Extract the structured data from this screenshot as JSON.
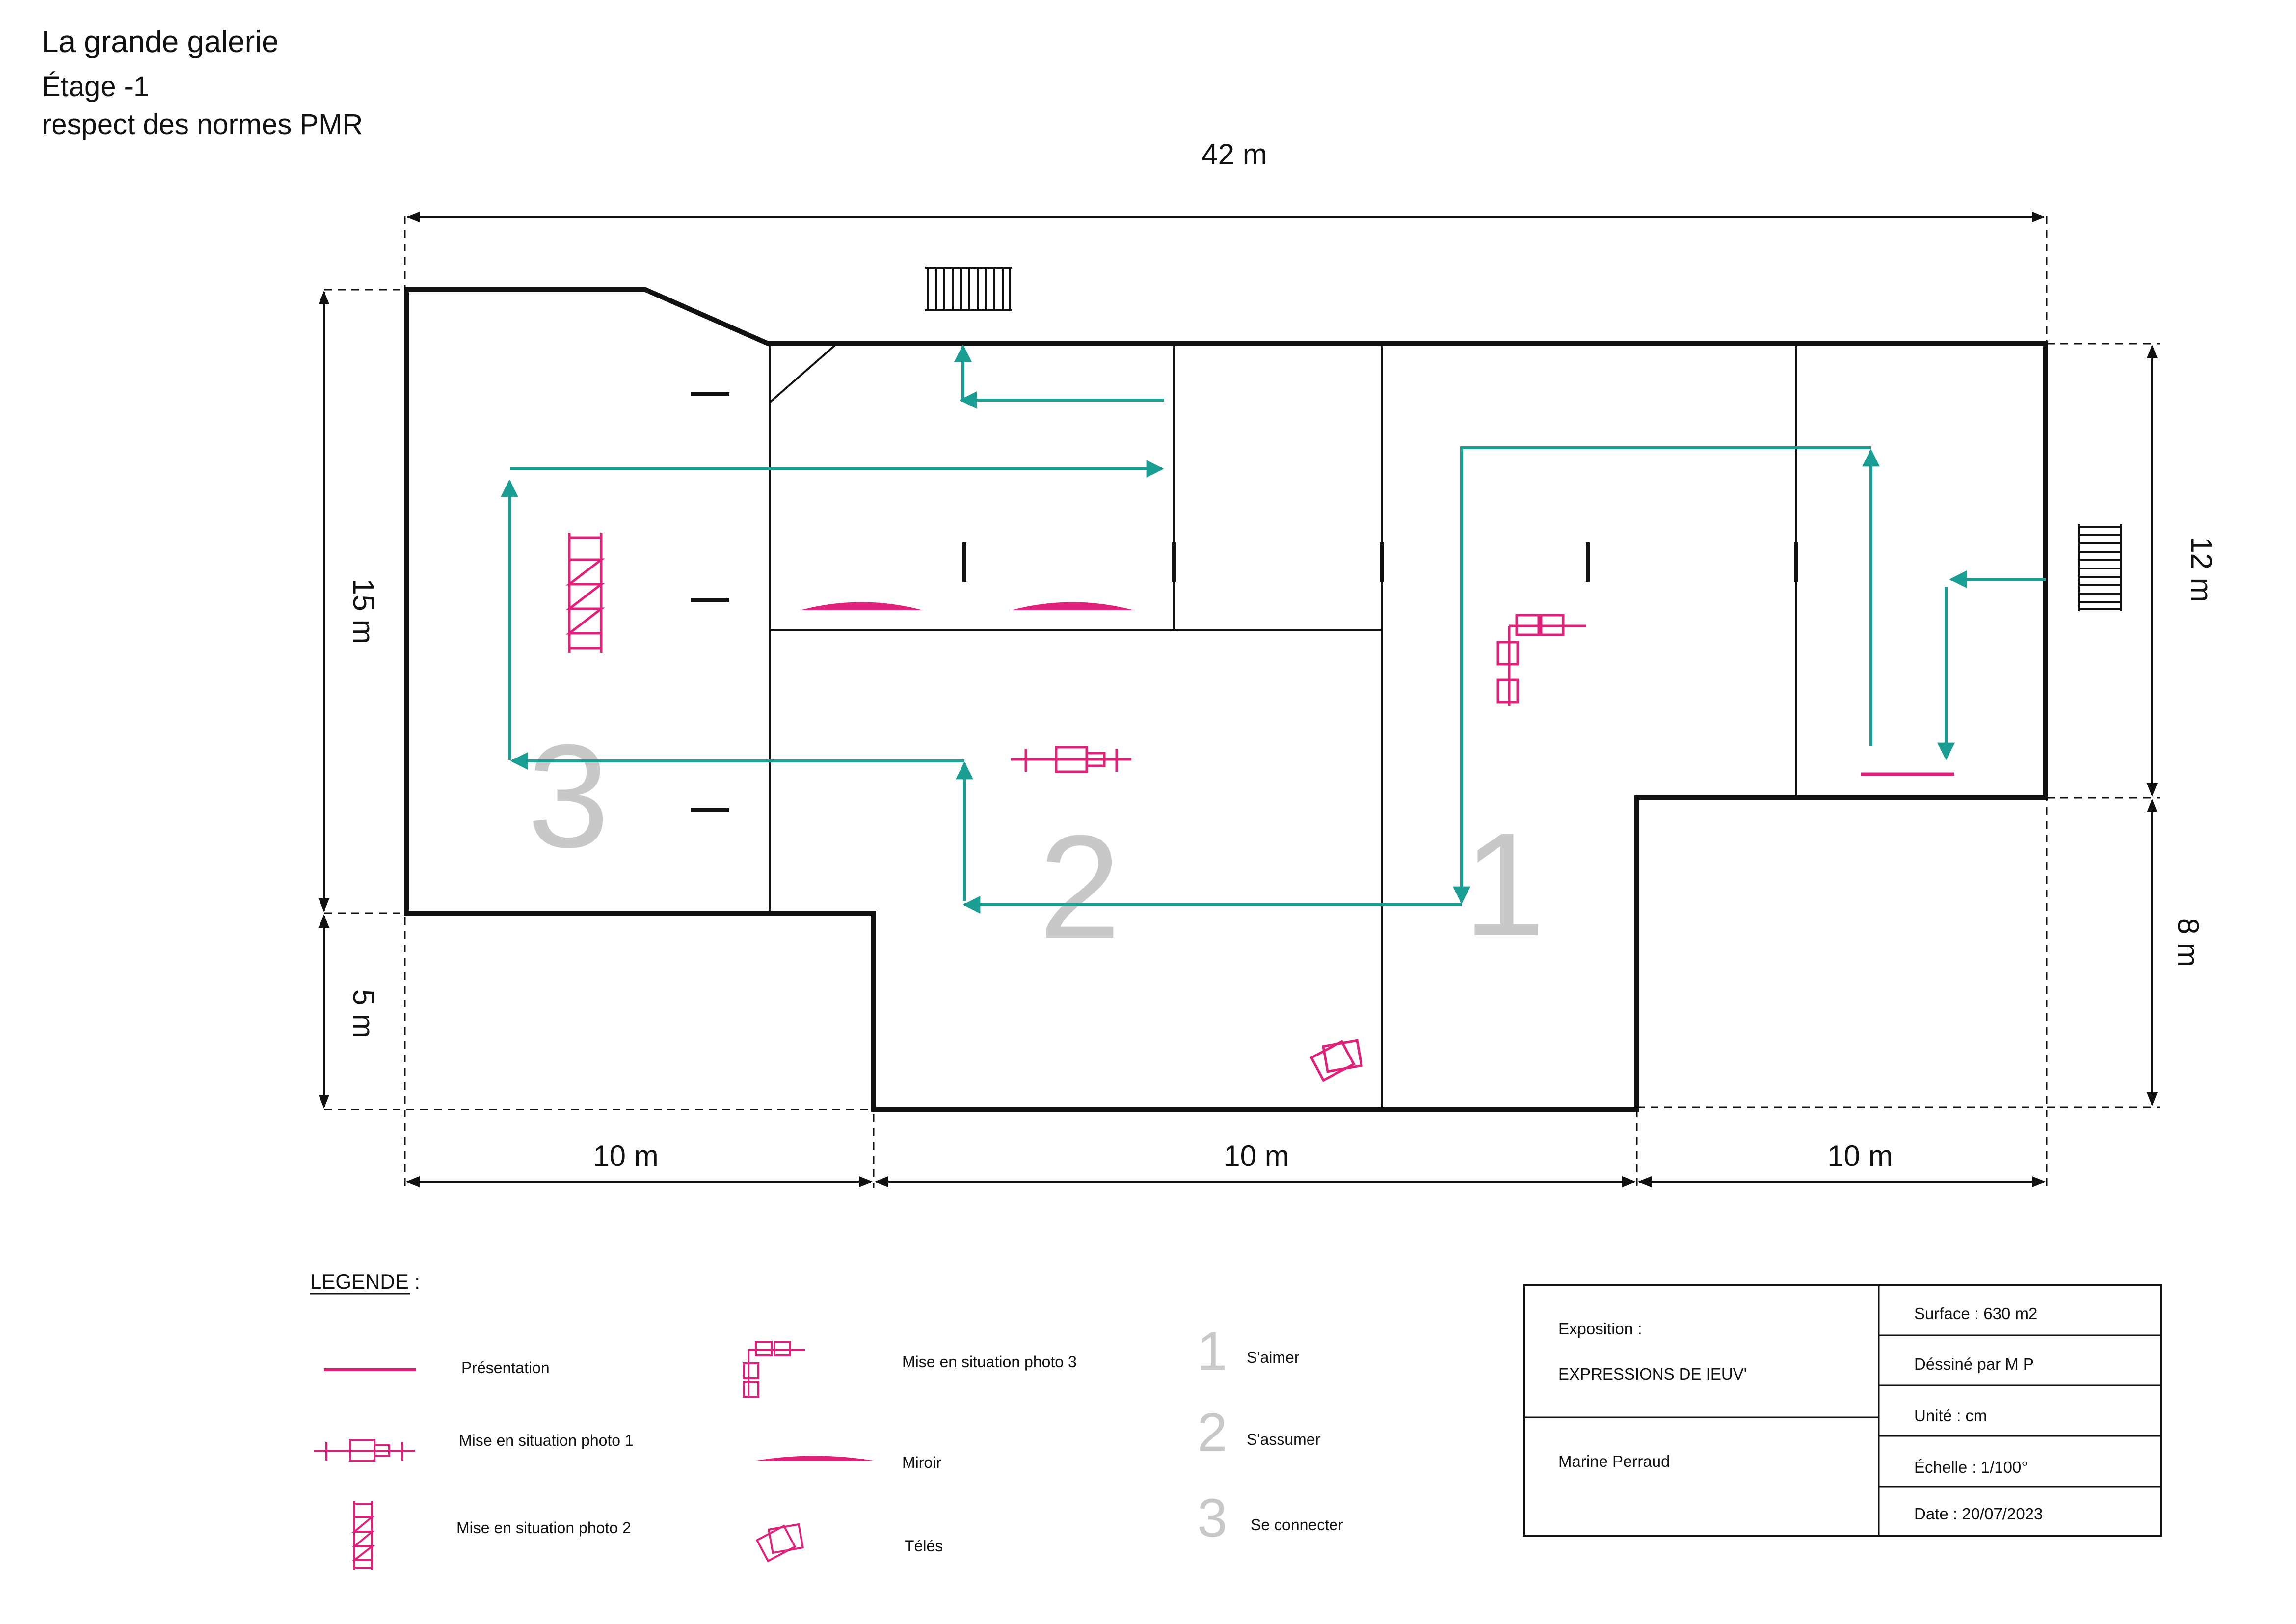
{
  "header": {
    "title": "La grande galerie",
    "floor": "Étage -1",
    "note": "respect des normes PMR"
  },
  "dimensions": {
    "top": "42 m",
    "left_upper": "15 m",
    "left_lower": "5 m",
    "right_upper": "12 m",
    "right_lower": "8 m",
    "bottom_left": "10 m",
    "bottom_middle": "10 m",
    "bottom_right": "10 m"
  },
  "zones": {
    "zone_1": "1",
    "zone_2": "2",
    "zone_3": "3"
  },
  "legend": {
    "title": "LEGENDE :",
    "items": {
      "presentation": "Présentation",
      "photo1": "Mise en situation photo 1",
      "photo2": "Mise en situation photo 2",
      "photo3": "Mise en situation photo 3",
      "miroir": "Miroir",
      "teles": "Télés"
    },
    "themes": [
      {
        "num": "1",
        "label": "S'aimer"
      },
      {
        "num": "2",
        "label": "S'assumer"
      },
      {
        "num": "3",
        "label": "Se connecter"
      }
    ]
  },
  "cartouche": {
    "exposition_label": "Exposition :",
    "exposition_name": "EXPRESSIONS DE IEUV'",
    "author": "Marine Perraud",
    "surface": "Surface : 630 m2",
    "drawn_by": "Déssiné par M P",
    "unit": "Unité : cm",
    "scale": "Échelle : 1/100°",
    "date": "Date : 20/07/2023"
  },
  "colors": {
    "walls": "#111111",
    "path": "#1a9e94",
    "furniture": "#e0217a",
    "zone_numbers": "#c8c8c8"
  }
}
